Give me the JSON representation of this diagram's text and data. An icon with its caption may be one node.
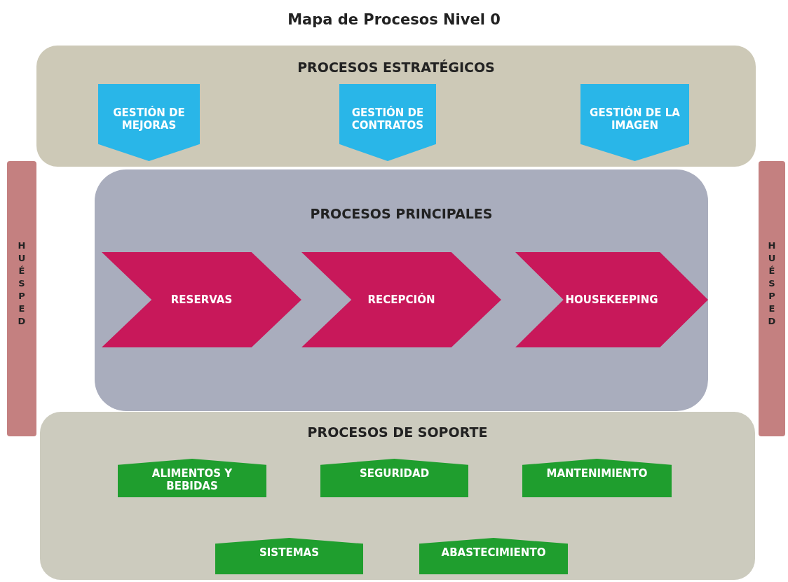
{
  "diagram": {
    "title": "Mapa de Procesos Nivel 0",
    "nodes": [
      {
        "text": [
          "PROCESOS ESTRATÉGICOS"
        ]
      },
      {
        "text": [
          "GESTIÓN DE MEJORAS"
        ],
        "in": 0
      },
      {
        "text": [
          "GESTIÓN DE CONTRATOS"
        ],
        "in": 0
      },
      {
        "text": [
          "GESTIÓN DE LA IMAGEN"
        ],
        "in": 0
      },
      {
        "text": [
          "PROCESOS PRINCIPALES"
        ]
      },
      {
        "text": [
          "RESERVAS"
        ],
        "in": 4
      },
      {
        "text": [
          "RECEPCIÓN"
        ],
        "in": 4
      },
      {
        "text": [
          "HOUSEKEEPING"
        ],
        "in": 4
      },
      {
        "text": [
          "PROCESOS DE SOPORTE"
        ]
      },
      {
        "text": [
          "ALIMENTOS Y BEBIDAS"
        ],
        "in": 8
      },
      {
        "text": [
          "SEGURIDAD"
        ],
        "in": 8
      },
      {
        "text": [
          "MANTENIMIENTO"
        ],
        "in": 8
      },
      {
        "text": [
          "SISTEMAS"
        ],
        "in": 8
      },
      {
        "text": [
          "ABASTECIMIENTO"
        ],
        "in": 8
      },
      {
        "text": [
          "HUÉSPED"
        ]
      },
      {
        "text": [
          "HUÉSPED"
        ]
      }
    ],
    "edges": []
  }
}
